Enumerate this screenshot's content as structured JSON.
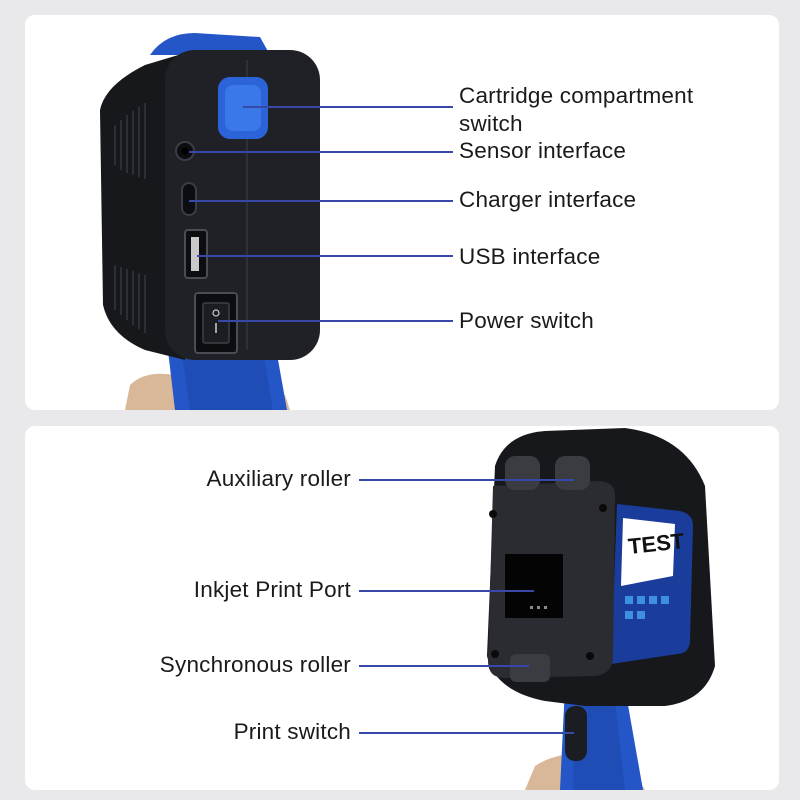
{
  "top_panel": {
    "labels": [
      {
        "id": "cartridge",
        "line1": "Cartridge compartment",
        "line2": "switch"
      },
      {
        "id": "sensor",
        "text": "Sensor interface"
      },
      {
        "id": "charger",
        "text": "Charger interface"
      },
      {
        "id": "usb",
        "text": "USB interface"
      },
      {
        "id": "power",
        "text": "Power switch"
      }
    ]
  },
  "bottom_panel": {
    "labels": [
      {
        "id": "aux",
        "text": "Auxiliary roller"
      },
      {
        "id": "inkjet",
        "text": "Inkjet Print Port"
      },
      {
        "id": "sync",
        "text": "Synchronous roller"
      },
      {
        "id": "print",
        "text": "Print switch"
      }
    ],
    "screen_text": "TEST"
  },
  "colors": {
    "device_blue": "#2456c8",
    "device_black": "#1b1d22",
    "line_blue": "#3848a8",
    "panel_bg": "#ffffff"
  }
}
